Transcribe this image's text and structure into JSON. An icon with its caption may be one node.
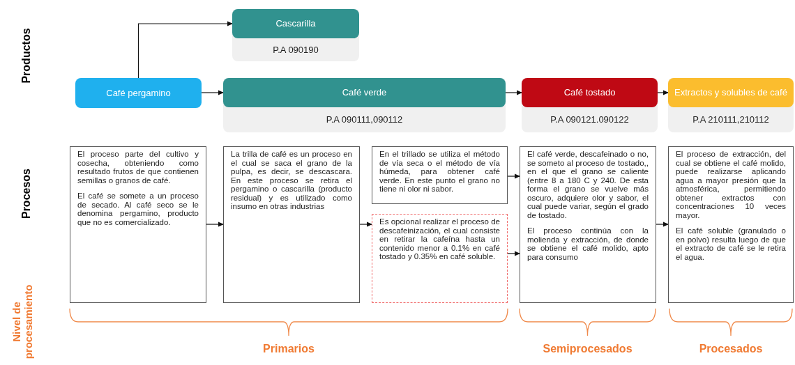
{
  "diagram": {
    "nodes": [
      {
        "text": [
          "Cascarilla",
          "P.A 090190"
        ]
      },
      {
        "text": [
          "Café pergamino"
        ]
      },
      {
        "text": [
          "Café verde",
          "P.A 090111,090112"
        ]
      },
      {
        "text": [
          "Café tostado",
          "P.A 090121.090122"
        ]
      },
      {
        "text": [
          "Extractos y solubles de café",
          "P.A 210111,210112"
        ]
      },
      {
        "text": [
          "El proceso parte del cultivo y cosecha, obteniendo como resultado frutos de que contienen semillas o granos de café.",
          "El café se somete a un proceso de secado. Al café seco se le denomina pergamino, producto que no es comercializado."
        ]
      },
      {
        "text": [
          "La trilla de café es un proceso en el cual se saca el grano de la pulpa, es decir, se descascara. En este proceso se retira el pergamino o cascarilla (producto residual) y es utilizado como insumo en otras industrias"
        ]
      },
      {
        "text": [
          "En el trillado se utiliza el método de vía seca o el método de vía húmeda, para obtener café verde. En este punto el grano no tiene ni olor ni sabor."
        ]
      },
      {
        "text": [
          "Es opcional realizar el proceso de descafeinización, el cual consiste en retirar la cafeína hasta un contenido menor a 0.1% en café tostado y 0.35% en café soluble."
        ]
      },
      {
        "text": [
          "El café verde, descafeinado o no, se someto al proceso de tostado,, en el que el grano se caliente (entre 8 a 180 C y 240. De esta forma el grano se vuelve más oscuro, adquiere olor y sabor, el cual puede variar, según el grado de tostado.",
          "El proceso continúa con la molienda y extracción, de donde se obtiene el café molido, apto para consumo"
        ]
      },
      {
        "text": [
          "El proceso de extracción, del cual se obtiene el café molido, puede realizarse aplicando agua a mayor presión que la atmosférica, permitiendo obtener extractos con concentraciones 10 veces mayor.",
          "El café soluble (granulado o en polvo) resulta luego de que el extracto de café se le retira el agua."
        ]
      }
    ],
    "edges": [
      {
        "from": 1,
        "to": 0,
        "arrow": "to"
      },
      {
        "from": 1,
        "to": 2,
        "arrow": "to"
      },
      {
        "from": 2,
        "to": 3,
        "arrow": "to"
      },
      {
        "from": 3,
        "to": 4,
        "arrow": "to"
      },
      {
        "from": 5,
        "to": 6,
        "arrow": "to"
      },
      {
        "from": 6,
        "to": 8,
        "arrow": "to"
      },
      {
        "from": 7,
        "to": 9,
        "arrow": "to"
      },
      {
        "from": 8,
        "to": 9,
        "arrow": "to"
      },
      {
        "from": 9,
        "to": 10,
        "arrow": "to"
      }
    ],
    "labels": [
      "Productos",
      "Procesos",
      "Nivel de procesamiento",
      "Primarios",
      "Semiprocesados",
      "Procesados"
    ]
  }
}
